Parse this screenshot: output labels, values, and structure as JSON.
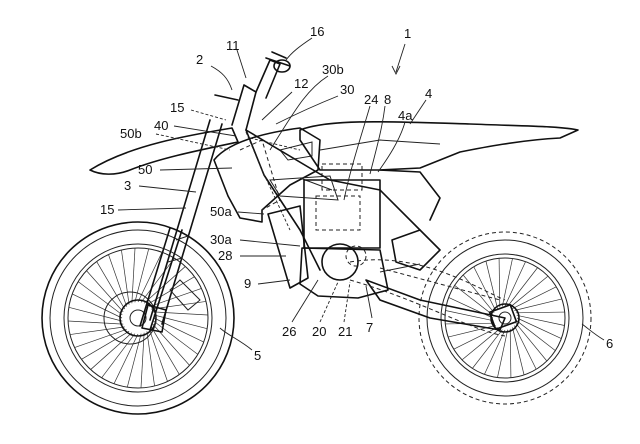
{
  "labels": {
    "r1": "1",
    "r2": "2",
    "r3": "3",
    "r4": "4",
    "r4a": "4a",
    "r5": "5",
    "r6": "6",
    "r7": "7",
    "r8": "8",
    "r9": "9",
    "r11": "11",
    "r12": "12",
    "r15a": "15",
    "r15b": "15",
    "r16": "16",
    "r20": "20",
    "r21": "21",
    "r24": "24",
    "r26": "26",
    "r28": "28",
    "r30": "30",
    "r30a": "30a",
    "r30b": "30b",
    "r40": "40",
    "r50": "50",
    "r50a": "50a",
    "r50b": "50b"
  }
}
